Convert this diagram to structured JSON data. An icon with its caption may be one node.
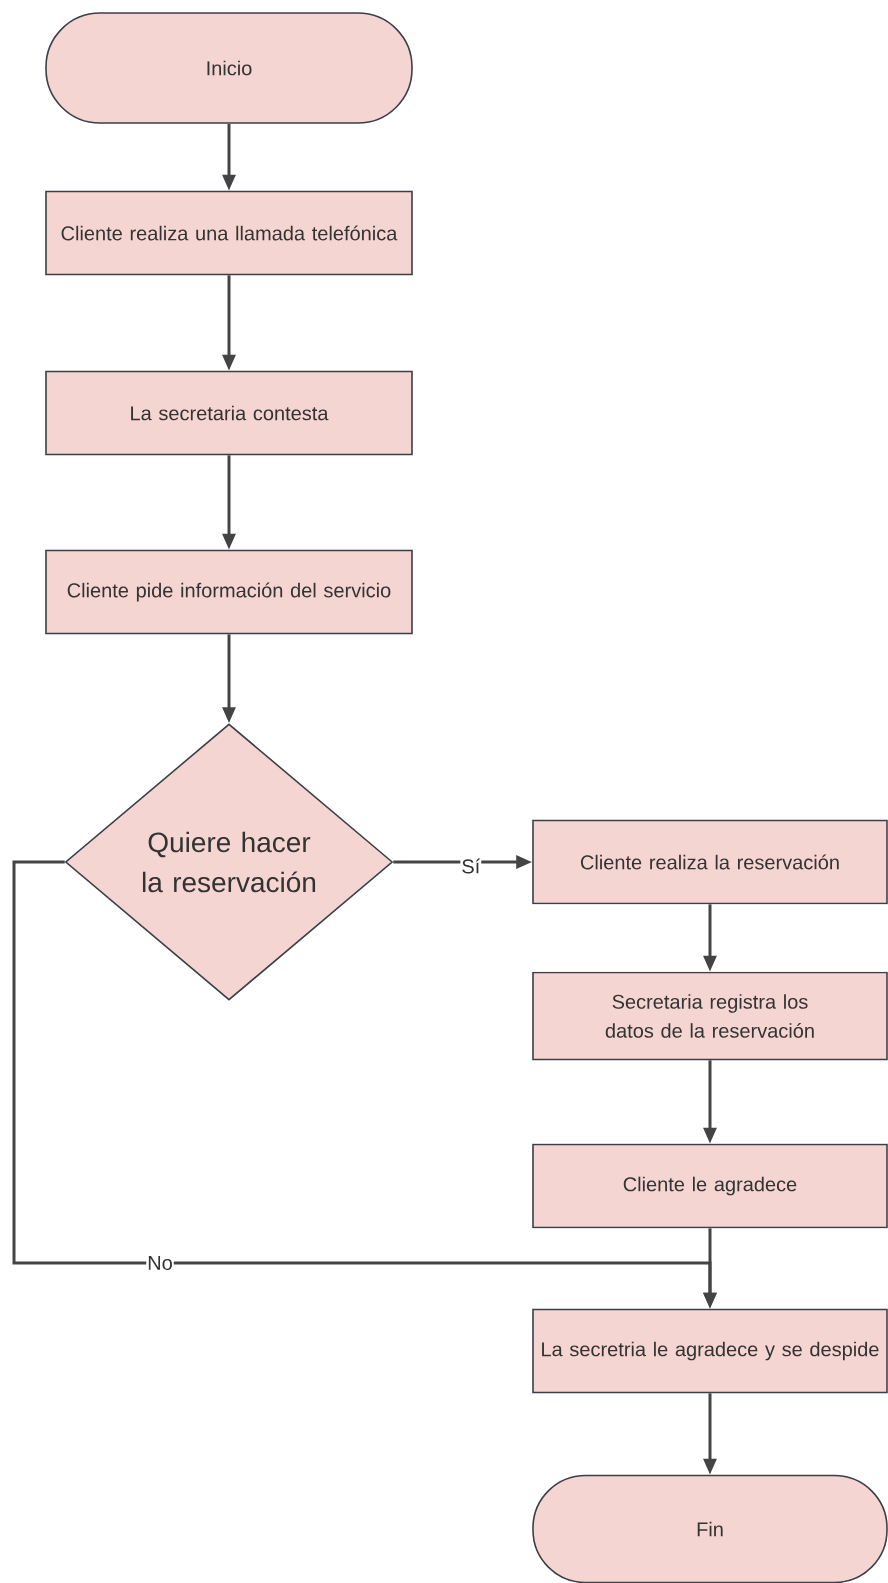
{
  "diagram": {
    "nodes": [
      {
        "text": [
          "Inicio"
        ]
      },
      {
        "text": [
          "Cliente realiza una llamada telefónica"
        ]
      },
      {
        "text": [
          "La secretaria contesta"
        ]
      },
      {
        "text": [
          "Cliente pide información del servicio"
        ]
      },
      {
        "text": [
          "Quiere hacer la reservación"
        ]
      },
      {
        "text": [
          "Cliente realiza la reservación"
        ]
      },
      {
        "text": [
          "Secretaria registra los datos de la reservación"
        ]
      },
      {
        "text": [
          "Cliente le agradece"
        ]
      },
      {
        "text": [
          "La secretria  le agradece y se despide"
        ]
      },
      {
        "text": [
          "Fin"
        ]
      }
    ],
    "edges": [
      {
        "from": 0,
        "to": 1,
        "arrow": "to"
      },
      {
        "from": 1,
        "to": 2,
        "arrow": "to"
      },
      {
        "from": 2,
        "to": 3,
        "arrow": "to"
      },
      {
        "from": 3,
        "to": 4,
        "arrow": "to"
      },
      {
        "from": 4,
        "to": 5,
        "arrow": "to",
        "label": "Sí"
      },
      {
        "from": 5,
        "to": 6,
        "arrow": "to"
      },
      {
        "from": 6,
        "to": 7,
        "arrow": "to"
      },
      {
        "from": 7,
        "to": 8,
        "arrow": "to"
      },
      {
        "from": 4,
        "to": 8,
        "arrow": "to",
        "label": "No"
      },
      {
        "from": 8,
        "to": 9,
        "arrow": "to"
      }
    ]
  }
}
